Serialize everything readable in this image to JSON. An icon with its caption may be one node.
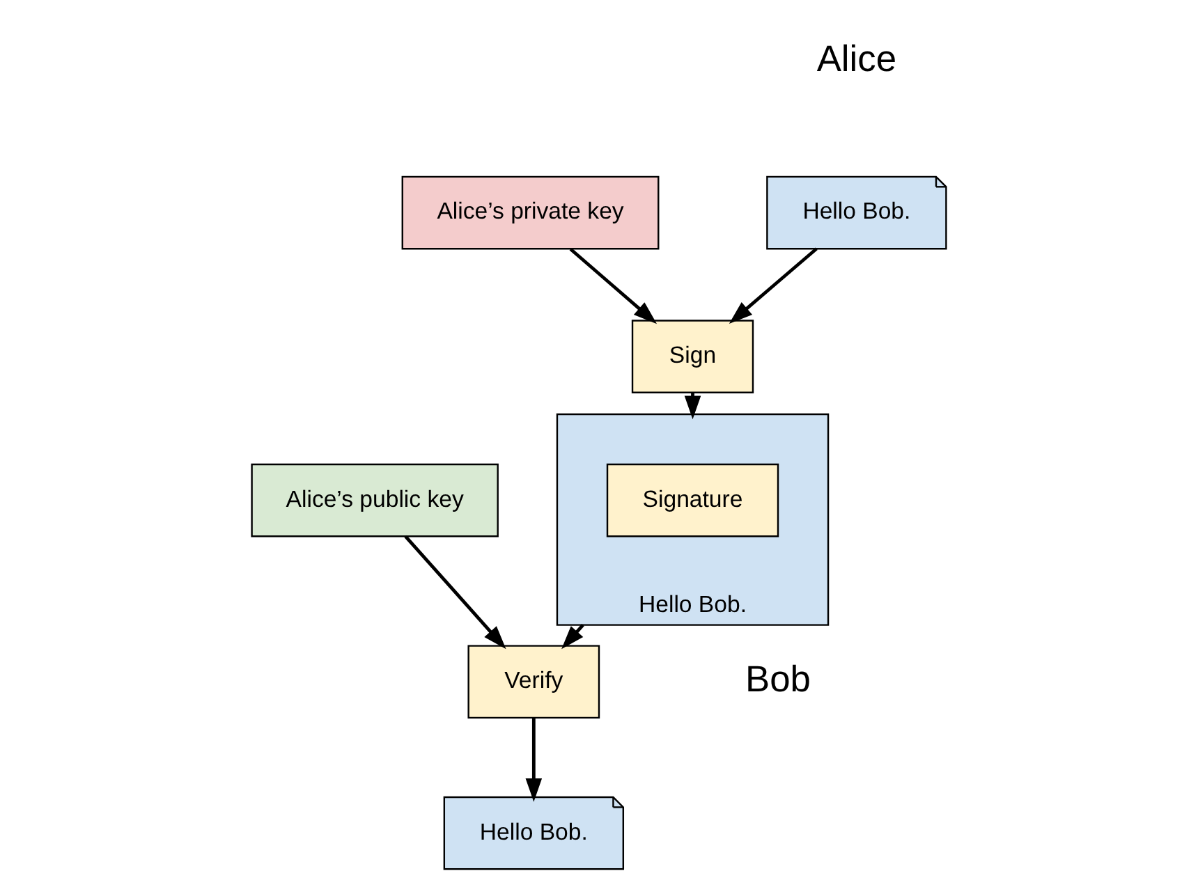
{
  "diagram": {
    "nodes": [
      {
        "text": [
          "Hello Bob."
        ]
      },
      {
        "text": [
          "Sign"
        ]
      },
      {
        "text": [
          "Alice’s private key"
        ]
      },
      {
        "text": [
          "Hello Bob."
        ]
      },
      {
        "text": [
          "Signature"
        ],
        "in": 3
      },
      {
        "text": [
          "Verify"
        ]
      },
      {
        "text": [
          "Alice’s public key"
        ]
      },
      {
        "text": [
          "Hello Bob."
        ]
      }
    ],
    "edges": [
      {
        "from": 0,
        "to": 1,
        "arrow": "to"
      },
      {
        "from": 2,
        "to": 1,
        "arrow": "to"
      },
      {
        "from": 1,
        "to": 3,
        "arrow": "to"
      },
      {
        "from": 3,
        "to": 5,
        "arrow": "to"
      },
      {
        "from": 6,
        "to": 5,
        "arrow": "to"
      },
      {
        "from": 5,
        "to": 7,
        "arrow": "to"
      }
    ],
    "labels": [
      "Alice",
      "Bob"
    ]
  }
}
